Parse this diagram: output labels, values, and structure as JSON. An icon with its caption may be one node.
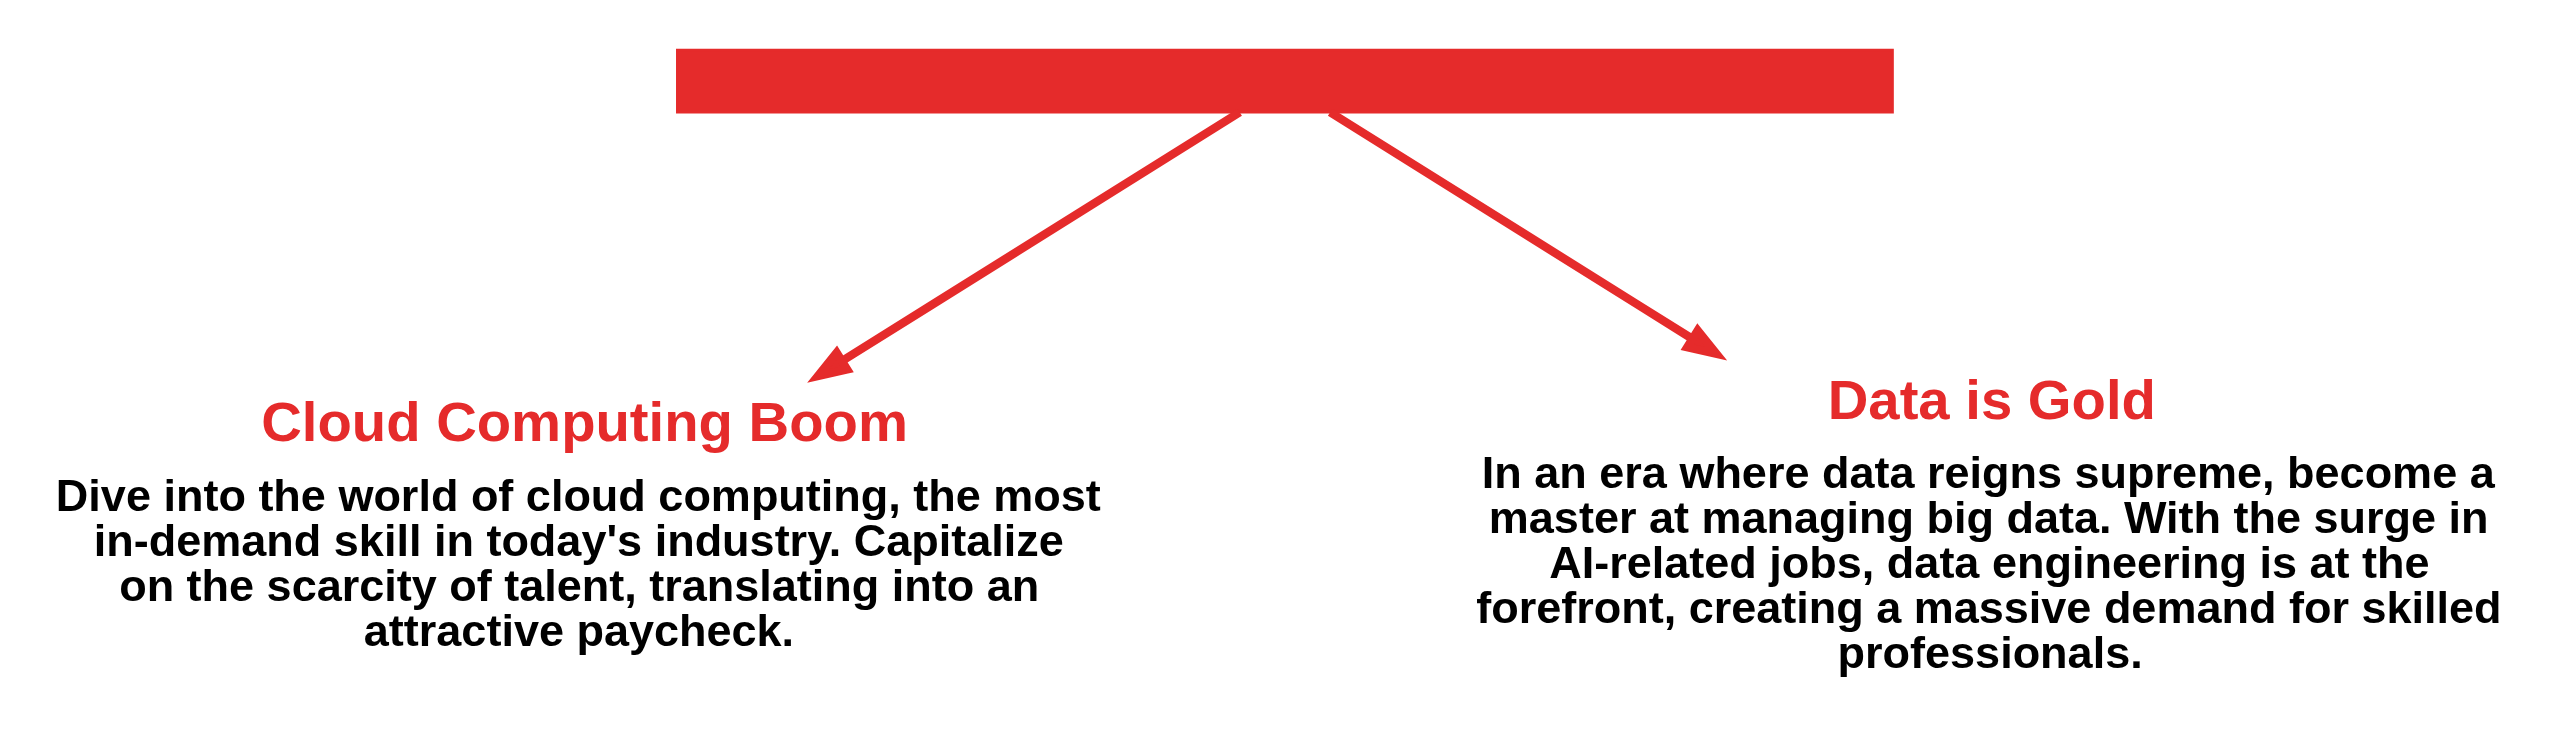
{
  "diagram": {
    "nodes": [
      {
        "text": [],
        "shape": "bar"
      },
      {
        "text": [
          "Cloud Computing Boom",
          "Dive into the world of cloud computing, the most in-demand skill in today's industry. Capitalize on the scarcity of talent, translating into an attractive paycheck."
        ]
      },
      {
        "text": [
          "Data is Gold",
          "In an era where data reigns supreme, become a master at managing big data. With the surge in AI-related jobs, data engineering is at the forefront, creating a massive demand for skilled professionals."
        ]
      }
    ],
    "edges": [
      {
        "from": 0,
        "to": 1,
        "arrow": "to"
      },
      {
        "from": 0,
        "to": 2,
        "arrow": "to"
      }
    ]
  }
}
